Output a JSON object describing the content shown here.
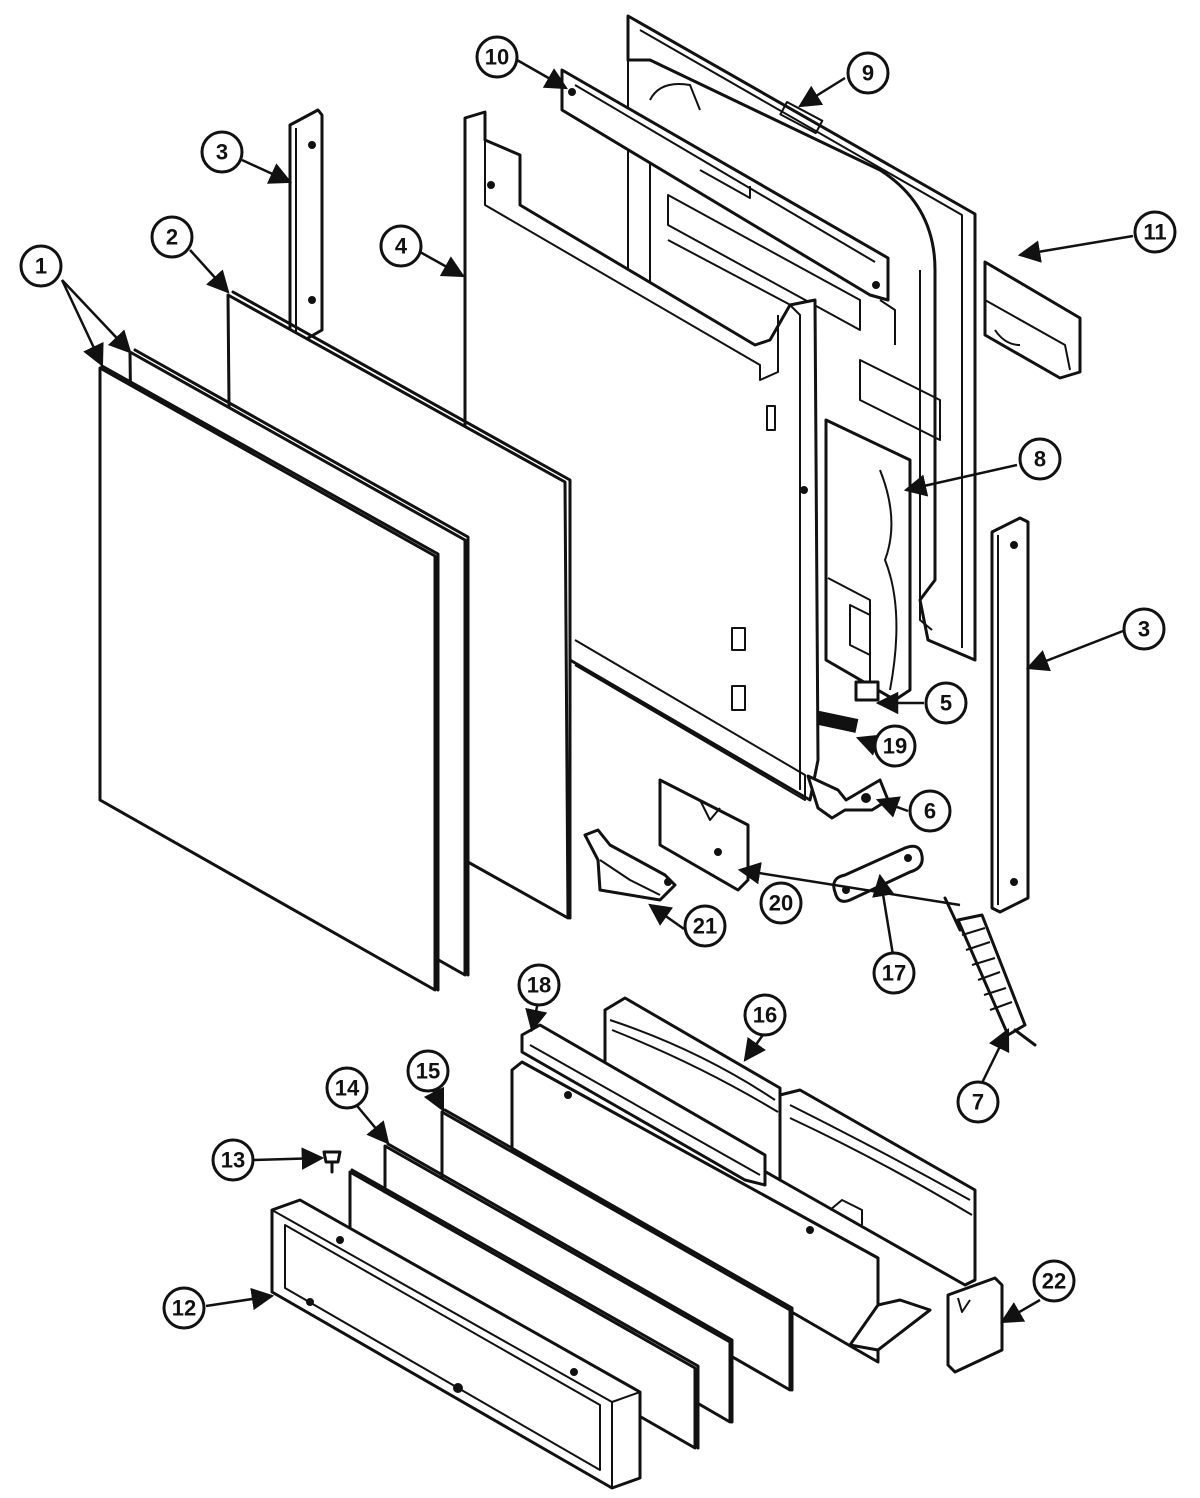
{
  "callouts": [
    {
      "id": "c1",
      "label": "1"
    },
    {
      "id": "c2",
      "label": "2"
    },
    {
      "id": "c3a",
      "label": "3"
    },
    {
      "id": "c3b",
      "label": "3"
    },
    {
      "id": "c4",
      "label": "4"
    },
    {
      "id": "c5",
      "label": "5"
    },
    {
      "id": "c6",
      "label": "6"
    },
    {
      "id": "c7",
      "label": "7"
    },
    {
      "id": "c8",
      "label": "8"
    },
    {
      "id": "c9",
      "label": "9"
    },
    {
      "id": "c10",
      "label": "10"
    },
    {
      "id": "c11",
      "label": "11"
    },
    {
      "id": "c12",
      "label": "12"
    },
    {
      "id": "c13",
      "label": "13"
    },
    {
      "id": "c14",
      "label": "14"
    },
    {
      "id": "c15",
      "label": "15"
    },
    {
      "id": "c16",
      "label": "16"
    },
    {
      "id": "c17",
      "label": "17"
    },
    {
      "id": "c18",
      "label": "18"
    },
    {
      "id": "c19",
      "label": "19"
    },
    {
      "id": "c20",
      "label": "20"
    },
    {
      "id": "c21",
      "label": "21"
    },
    {
      "id": "c22",
      "label": "22"
    }
  ]
}
